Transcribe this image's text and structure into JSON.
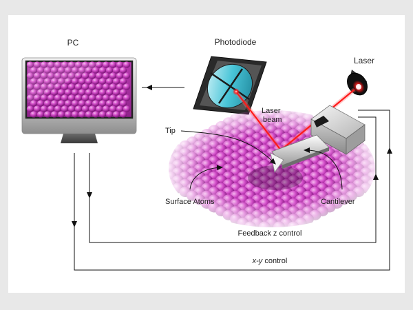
{
  "labels": {
    "pc": "PC",
    "photodiode": "Photodiode",
    "laser": "Laser",
    "laser_beam_line1": "Laser",
    "laser_beam_line2": "beam",
    "tip": "Tip",
    "surface_atoms": "Surface Atoms",
    "cantilever": "Cantilever",
    "feedback_z": "Feedback z control",
    "xy_control_italic": "x-y",
    "xy_control_rest": " control"
  },
  "colors": {
    "background": "#e8e8e8",
    "panel": "#ffffff",
    "atom_magenta": "#c23ab8",
    "laser_red": "#ff1a1a",
    "line": "#111111"
  }
}
